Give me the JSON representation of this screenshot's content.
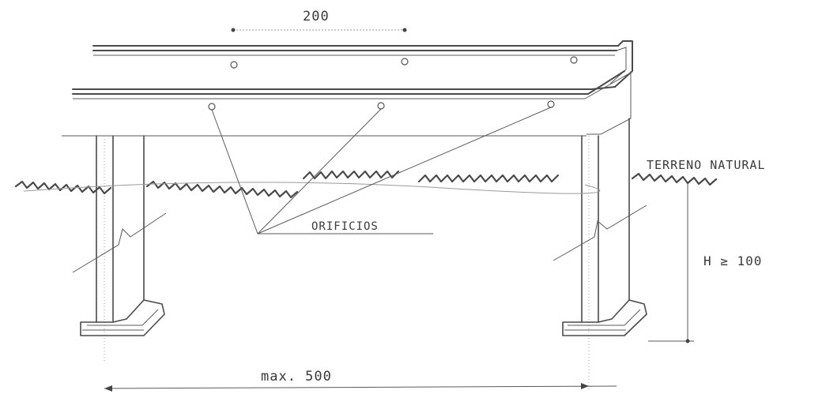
{
  "labels": {
    "spacing": "200",
    "ground": "TERRENO NATURAL",
    "holes": "ORIFICIOS",
    "depth": "H ≥ 100",
    "span": "max. 500"
  },
  "colors": {
    "ink": "#4a4a4a",
    "paper": "#ffffff"
  }
}
